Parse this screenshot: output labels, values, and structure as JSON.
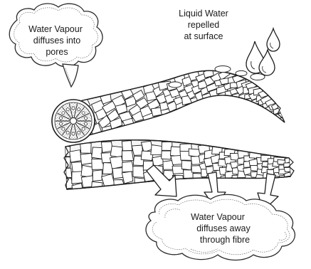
{
  "labels": {
    "vapour_in": {
      "line1": "Water Vapour",
      "line2": "diffuses into",
      "line3": "pores"
    },
    "liquid": {
      "line1": "Liquid Water",
      "line2": "repelled",
      "line3": "at surface"
    },
    "vapour_out": {
      "line1": "Water Vapour",
      "line2": "diffuses away",
      "line3": "through fibre"
    }
  },
  "icons": [
    "vapour-cloud-icon",
    "water-droplet-icon",
    "fibre-cross-section-icon",
    "down-arrow-icon"
  ],
  "colors": {
    "line": "#1d1d1d",
    "paper": "#ffffff",
    "stipple": "#3a3a3a"
  }
}
